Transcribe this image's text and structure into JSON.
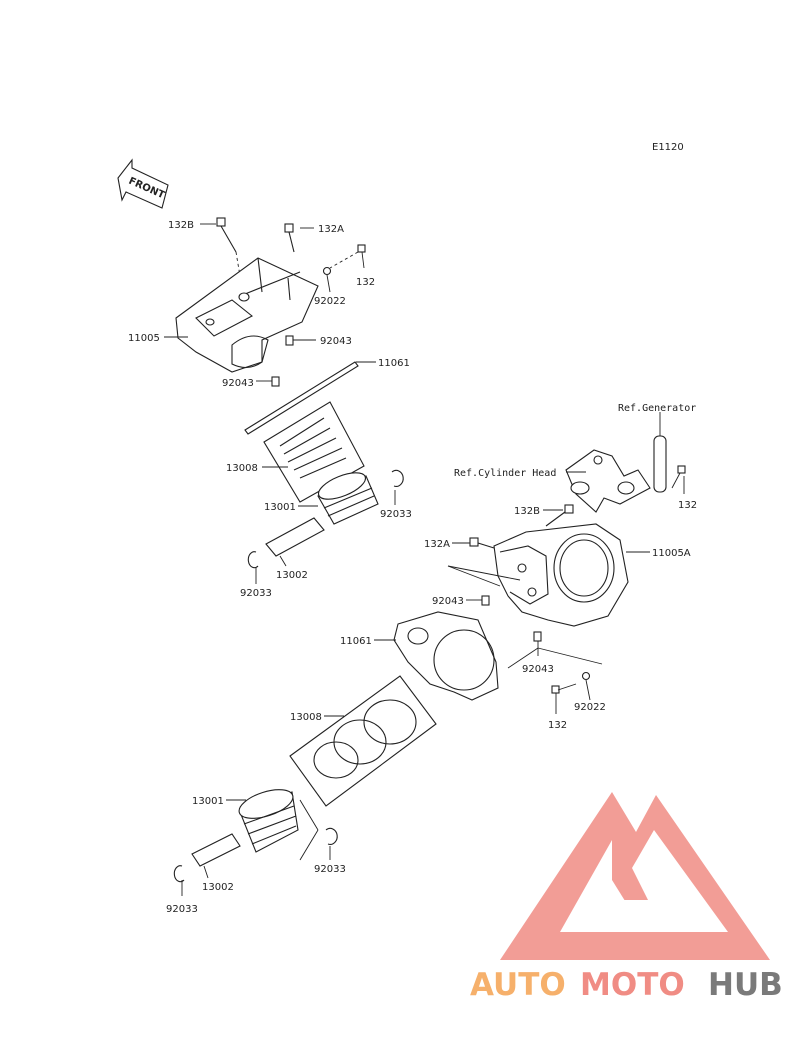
{
  "diagram": {
    "code": "E1120",
    "front_label": "FRONT",
    "callouts": {
      "upper_132b": "132B",
      "upper_132a": "132A",
      "upper_132": "132",
      "upper_92022": "92022",
      "upper_11005": "11005",
      "upper_92043_a": "92043",
      "upper_11061": "11061",
      "upper_92043_b": "92043",
      "upper_13008": "13008",
      "upper_13001": "13001",
      "upper_92033_a": "92033",
      "upper_13002": "13002",
      "upper_92033_b": "92033",
      "ref_generator": "Ref.Generator",
      "ref_cylinder_head": "Ref.Cylinder Head",
      "right_132": "132",
      "lower_132b": "132B",
      "lower_132a": "132A",
      "lower_11005a": "11005A",
      "lower_92043_a": "92043",
      "lower_11061": "11061",
      "lower_92043_b": "92043",
      "lower_132": "132",
      "lower_92022": "92022",
      "lower_13008": "13008",
      "lower_13001": "13001",
      "lower_92033_a": "92033",
      "lower_13002": "13002",
      "lower_92033_b": "92033"
    }
  },
  "watermark": {
    "part1": "AUTO",
    "part2": "MOTO",
    "part3": "HUB",
    "color1": "#F6B06B",
    "color2": "#F08C84",
    "color3": "#7A7A7A",
    "logo_color": "#F08C84"
  }
}
